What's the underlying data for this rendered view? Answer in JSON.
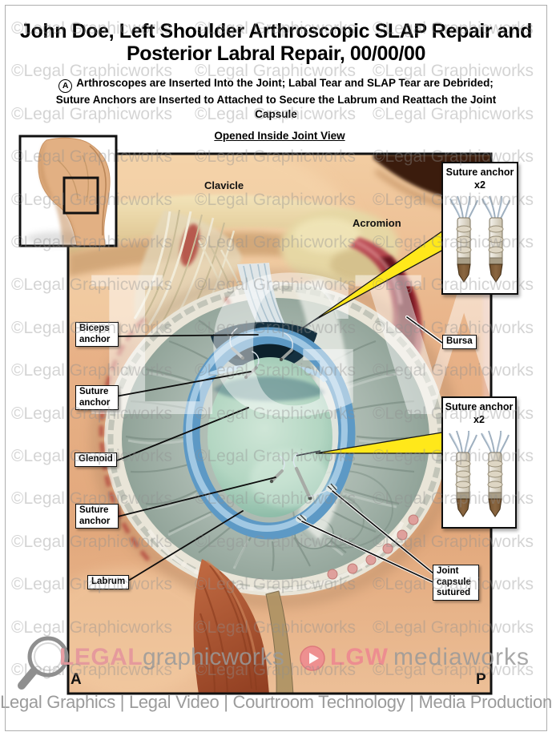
{
  "title": "John Doe, Left Shoulder Arthroscopic SLAP Repair and Posterior Labral Repair, 00/00/00",
  "step": {
    "marker": "A",
    "text": "Arthroscopes are Inserted Into the Joint; Labal Tear and SLAP Tear are Debrided; Suture Anchors are Inserted to Attached to Secure the Labrum and Reattach the Joint Capsule"
  },
  "view_title": "Opened Inside Joint View",
  "watermark": {
    "text": "©Legal Graphicworks"
  },
  "lgw_watermark": "LGW",
  "labels": {
    "clavicle": "Clavicle",
    "acromion": "Acromion",
    "biceps_anchor": "Biceps anchor",
    "suture_anchor_upper": "Suture anchor",
    "glenoid": "Glenoid",
    "suture_anchor_lower": "Suture anchor",
    "labrum": "Labrum",
    "bursa": "Bursa",
    "joint_capsule": "Joint capsule sutured"
  },
  "anchor_boxes": [
    {
      "label": "Suture anchor x2"
    },
    {
      "label": "Suture anchor x2"
    }
  ],
  "orientation": {
    "anterior": "A",
    "posterior": "P"
  },
  "branding": {
    "graphicworks_primary": "LEGAL",
    "graphicworks_secondary": "graphicworks",
    "mediaworks_primary": "LGW",
    "mediaworks_secondary": "mediaworks"
  },
  "footer": "Legal Graphics | Legal Video | Courtroom Technology | Media Production",
  "colors": {
    "pointer_yellow": "#ffe81a",
    "label_border": "#0d0d0d",
    "brand_pink": "#e5979d",
    "text_gray": "#9a9a9a",
    "watermark_gray": "#8f8f8f",
    "labrum_blue": "#5d99c5",
    "glenoid_green": "#b8dcc8",
    "bursa_red": "#7c2029"
  }
}
